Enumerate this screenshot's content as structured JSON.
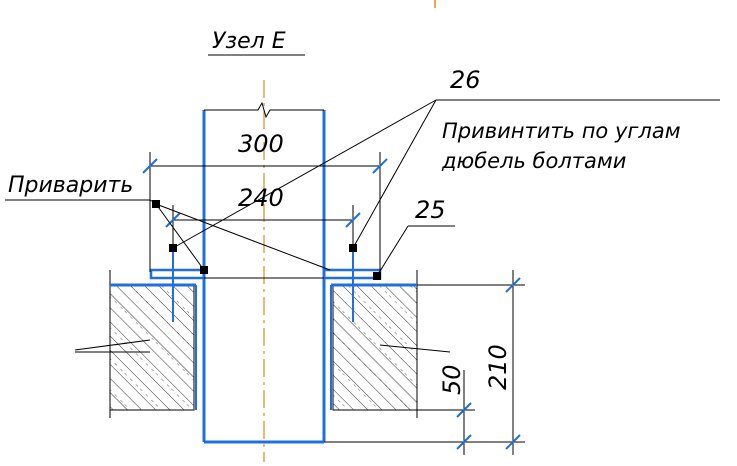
{
  "title": "Узел Е",
  "labels": {
    "part_26": "26",
    "part_25": "25",
    "note_screw_line1": "Привинтить по углам",
    "note_screw_line2": "дюбель болтами",
    "note_weld": "Приварить"
  },
  "dimensions": {
    "width_outer": "300",
    "width_inner": "240",
    "embed_depth": "50",
    "height_total": "210"
  },
  "colors": {
    "steel": "#1f6fe0",
    "axis": "#e08a1f",
    "lines": "#000000"
  }
}
